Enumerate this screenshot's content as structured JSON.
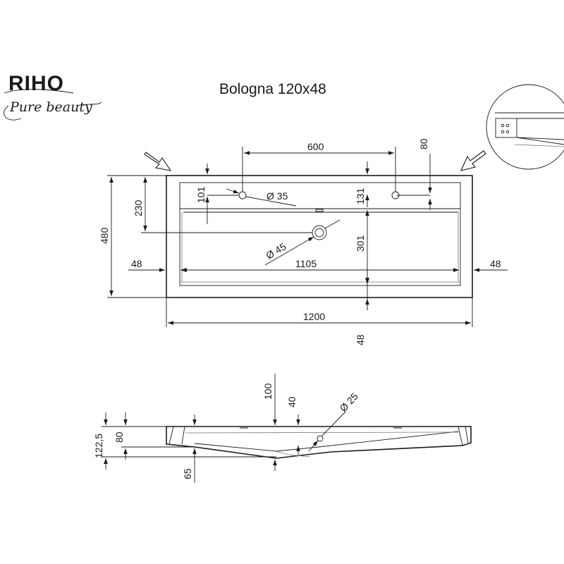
{
  "brand": {
    "name": "RIHO",
    "tagline": "Pure beauty"
  },
  "title": "Bologna 120x48",
  "dimensions": {
    "top": {
      "tap_spacing": "600",
      "detail_height": "80",
      "tap_offset": "101",
      "hole_diameter": "Ø 35",
      "overall_depth": "480",
      "drain_offset": "230",
      "shelf_depth": "131",
      "drain_diameter": "Ø 45",
      "bowl_depth": "301",
      "left_rim": "48",
      "inner_width": "1105",
      "right_rim": "48",
      "overall_width": "1200",
      "front_rim": "48"
    },
    "side": {
      "depth_100": "100",
      "depth_40": "40",
      "overflow_diameter": "Ø 25",
      "height_122_5": "122,5",
      "height_80": "80",
      "height_65": "65"
    }
  }
}
